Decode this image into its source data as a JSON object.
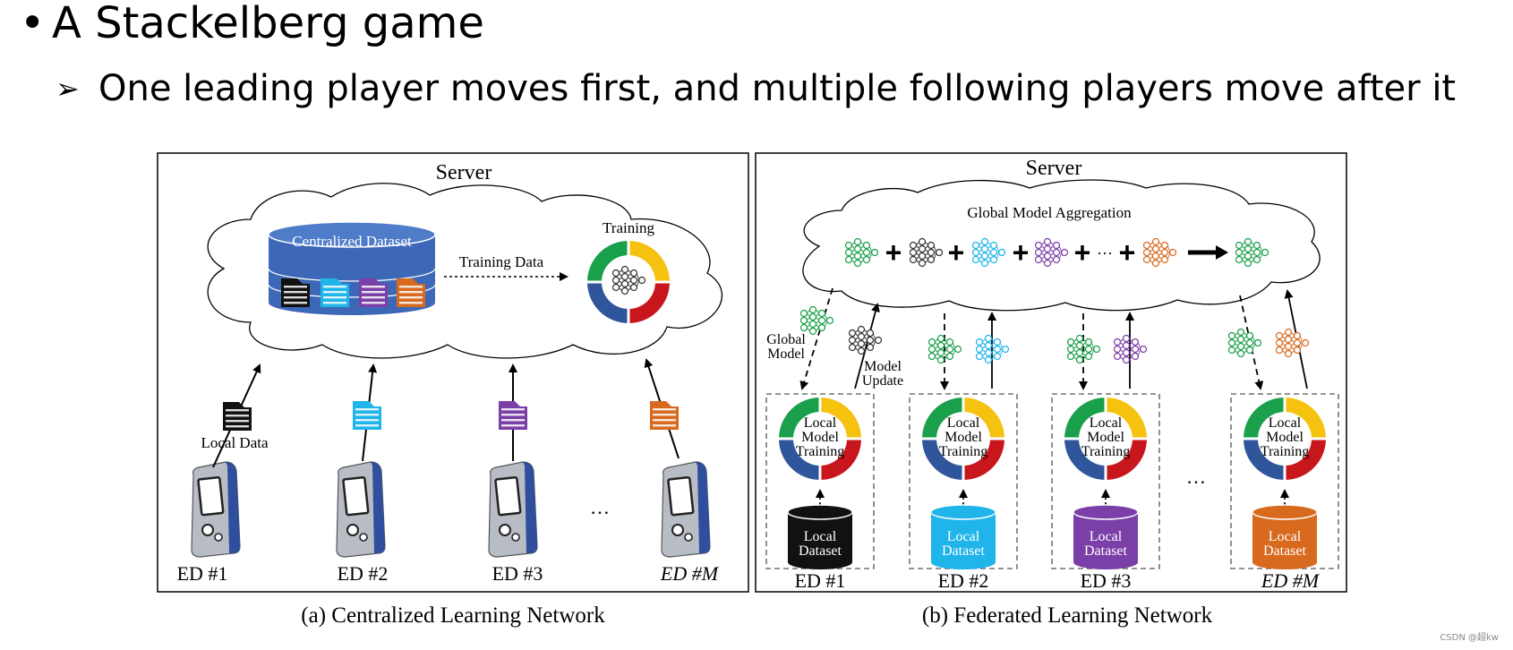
{
  "slide": {
    "bullet1": "A Stackelberg game",
    "bullet2": "One leading player moves first, and multiple following players move after it"
  },
  "figure_a": {
    "server_label": "Server",
    "dataset_label": "Centralized Dataset",
    "training_data_label": "Training Data",
    "training_label": "Training",
    "local_data_label": "Local Data",
    "devices": [
      "ED #1",
      "ED #2",
      "ED #3",
      "ED #M"
    ],
    "ellipsis": "…",
    "caption": "(a) Centralized Learning Network"
  },
  "figure_b": {
    "server_label": "Server",
    "aggregation_label": "Global Model Aggregation",
    "global_model_label_line1": "Global",
    "global_model_label_line2": "Model",
    "model_update_label_line1": "Model",
    "model_update_label_line2": "Update",
    "local_training_line1": "Local",
    "local_training_line2": "Model",
    "local_training_line3": "Training",
    "local_dataset_line1": "Local",
    "local_dataset_line2": "Dataset",
    "devices": [
      "ED #1",
      "ED #2",
      "ED #3",
      "ED #M"
    ],
    "ellipsis": "…",
    "caption": "(b) Federated Learning Network"
  },
  "colors": {
    "green": "#1a9f4a",
    "yellow": "#f5c20f",
    "red": "#c8161d",
    "blue": "#2f559b",
    "dataset_blue": "#3d68b8",
    "file_black": "#111111",
    "file_cyan": "#1fb4ea",
    "file_purple": "#7b3fa8",
    "file_orange": "#d86a1f"
  },
  "watermark": "CSDN @超kw"
}
